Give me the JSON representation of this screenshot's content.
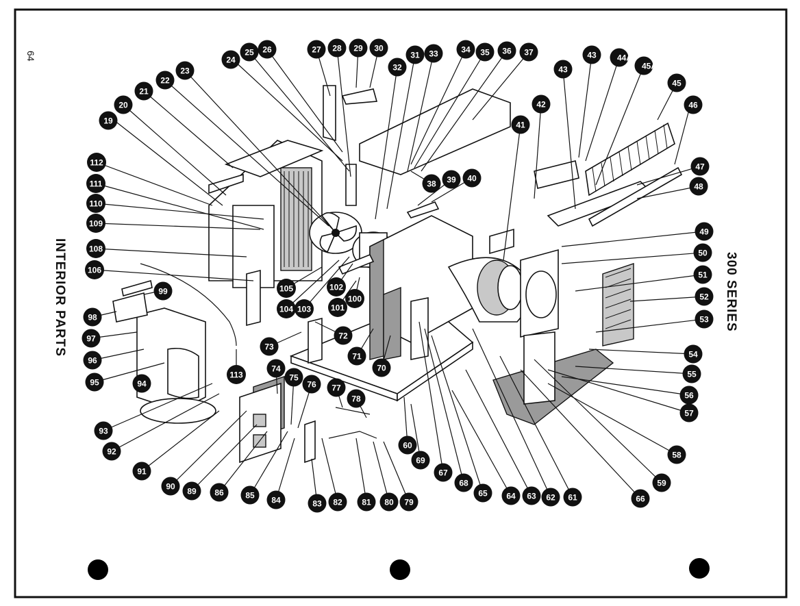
{
  "page_number": "64",
  "titles": {
    "left": "INTERIOR PARTS",
    "right": "300 SERIES"
  },
  "callouts": [
    "19",
    "20",
    "21",
    "22",
    "23",
    "24",
    "25",
    "26",
    "27",
    "28",
    "29",
    "30",
    "31",
    "32",
    "33",
    "34",
    "35",
    "36",
    "37",
    "38",
    "39",
    "40",
    "41",
    "42",
    "43",
    "43",
    "44A",
    "45A",
    "45",
    "46",
    "47",
    "48",
    "49",
    "50",
    "51",
    "52",
    "53",
    "54",
    "55",
    "56",
    "57",
    "58",
    "59",
    "60",
    "61",
    "62",
    "63",
    "64",
    "65",
    "66",
    "67",
    "68",
    "69",
    "70",
    "71",
    "72",
    "73",
    "74",
    "75",
    "76",
    "77",
    "78",
    "79",
    "80",
    "81",
    "82",
    "83",
    "84",
    "85",
    "86",
    "89",
    "90",
    "91",
    "92",
    "93",
    "94",
    "95",
    "96",
    "97",
    "98",
    "99",
    "100",
    "101",
    "102",
    "103",
    "104",
    "105",
    "106",
    "108",
    "109",
    "110",
    "111",
    "112",
    "113"
  ]
}
